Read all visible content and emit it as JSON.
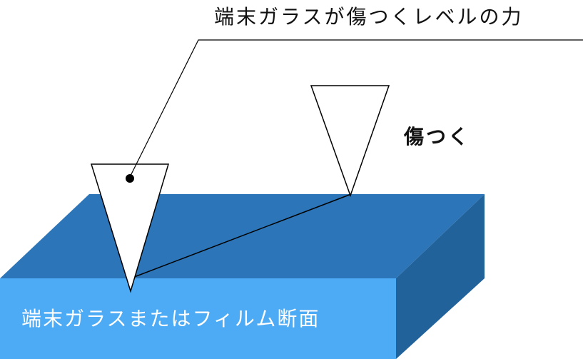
{
  "labels": {
    "force_level": "端末ガラスが傷つくレベルの力",
    "scratch": "傷つく",
    "cross_section": "端末ガラスまたはフィルム断面"
  },
  "colors": {
    "top_face": "#2B75B8",
    "front_face": "#4DAAF5",
    "side_face": "#22629B",
    "outline": "#000000",
    "indenter_fill": "#ffffff"
  }
}
